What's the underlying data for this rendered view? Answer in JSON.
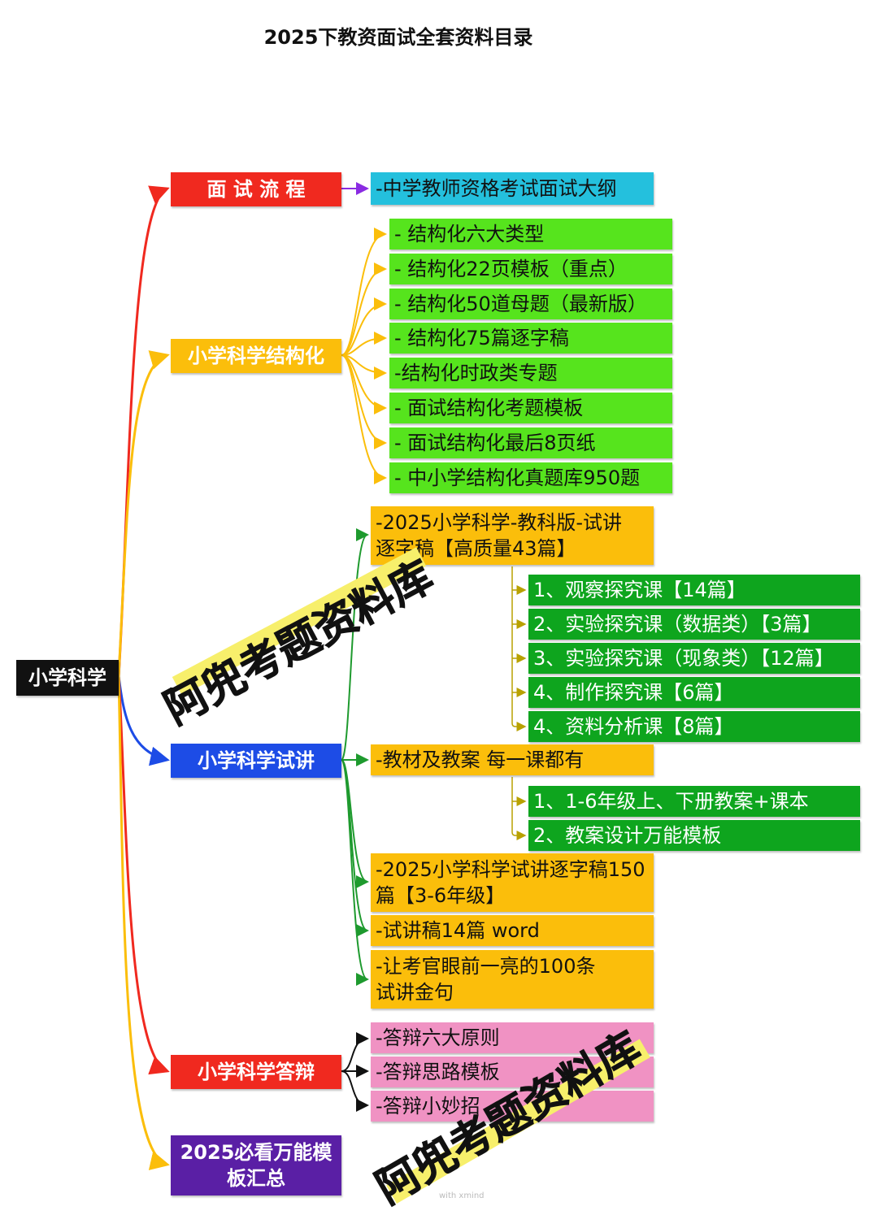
{
  "title": "2025下教资面试全套资料目录",
  "root": "小学科学",
  "branches": {
    "interview_flow": {
      "label": "面 试 流 程",
      "items": [
        "-中学教师资格考试面试大纲"
      ]
    },
    "structured": {
      "label": "小学科学结构化",
      "items": [
        "- 结构化六大类型",
        "- 结构化22页模板（重点）",
        "- 结构化50道母题（最新版）",
        "- 结构化75篇逐字稿",
        "-结构化时政类专题",
        "- 面试结构化考题模板",
        "- 面试结构化最后8页纸",
        "- 中小学结构化真题库950题"
      ]
    },
    "lecture": {
      "label": "小学科学试讲",
      "item1": {
        "line1": "-2025小学科学-教科版-试讲",
        "line2": "逐字稿【高质量43篇】",
        "children": [
          "1、观察探究课【14篇】",
          "2、实验探究课（数据类）【3篇】",
          "3、实验探究课（现象类）【12篇】",
          "4、制作探究课【6篇】",
          "4、资料分析课【8篇】"
        ]
      },
      "item2": {
        "label": "-教材及教案 每一课都有",
        "children": [
          "1、1-6年级上、下册教案+课本",
          "2、教案设计万能模板"
        ]
      },
      "item3": {
        "line1": "-2025小学科学试讲逐字稿150",
        "line2": "篇【3-6年级】"
      },
      "item4": "-试讲稿14篇 word",
      "item5": {
        "line1": "-让考官眼前一亮的100条",
        "line2": "试讲金句"
      }
    },
    "defense": {
      "label": "小学科学答辩",
      "items": [
        "-答辩六大原则",
        "-答辩思路模板",
        "-答辩小妙招"
      ]
    },
    "templates": {
      "line1": "2025必看万能模",
      "line2": "板汇总"
    }
  },
  "watermark": "阿兜考题资料库",
  "footer": "with xmind",
  "colors": {
    "red": "#f0291f",
    "orange": "#fbbe0b",
    "blue": "#1d4ce6",
    "purple": "#5a1fa5",
    "cyan": "#24c0dd",
    "green": "#56e41d",
    "dark_green": "#0ea51e",
    "pink": "#f092c3",
    "highlight": "#f7ef6b"
  }
}
